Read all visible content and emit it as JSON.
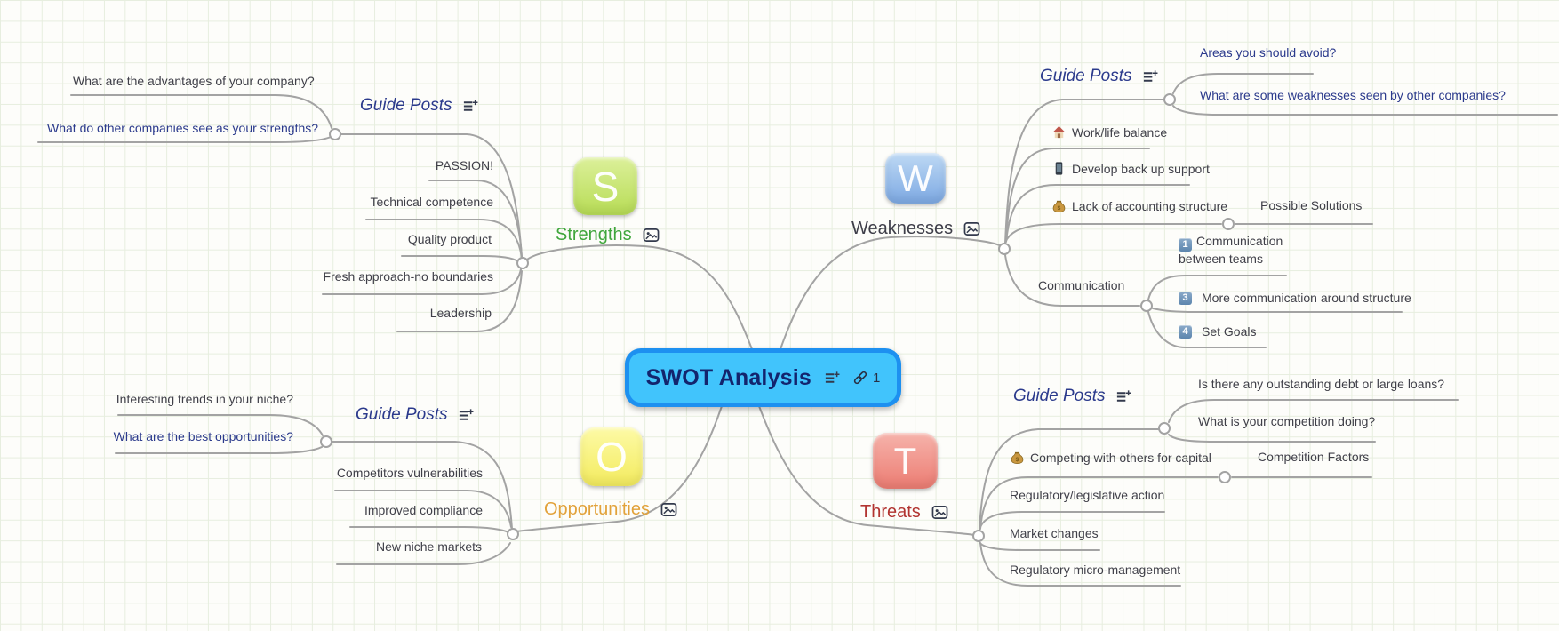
{
  "root": {
    "title": "SWOT Analysis",
    "link_count": "1"
  },
  "strengths": {
    "letter": "S",
    "label": "Strengths",
    "color": "#3fa63c",
    "guide_posts_label": "Guide Posts",
    "q1": "What are the advantages of your company?",
    "q2": "What do other companies see as your strengths?",
    "i1": "PASSION!",
    "i2": "Technical competence",
    "i3": "Quality product",
    "i4": "Fresh approach-no boundaries",
    "i5": "Leadership"
  },
  "weaknesses": {
    "letter": "W",
    "label": "Weaknesses",
    "color": "#3e3e49",
    "guide_posts_label": "Guide Posts",
    "q1": "Areas you should avoid?",
    "q2": "What are some weaknesses seen by other companies?",
    "work_life": "Work/life balance",
    "backup": "Develop back up support",
    "accounting": "Lack of accounting structure",
    "possible_solutions": "Possible Solutions",
    "communication": "Communication",
    "keycap1": "1",
    "comm1": "Communication between teams",
    "keycap3": "3",
    "comm3": "More communication around structure",
    "keycap4": "4",
    "comm4": "Set Goals"
  },
  "opportunities": {
    "letter": "O",
    "label": "Opportunities",
    "color": "#e2a23b",
    "guide_posts_label": "Guide Posts",
    "q1": "Interesting trends in your niche?",
    "q2": "What are the best opportunities?",
    "i1": "Competitors vulnerabilities",
    "i2": "Improved compliance",
    "i3": "New niche markets"
  },
  "threats": {
    "letter": "T",
    "label": "Threats",
    "color": "#b23431",
    "guide_posts_label": "Guide Posts",
    "q1": "Is there any outstanding debt or large loans?",
    "q2": "What is your competition doing?",
    "compete": "Competing with others for capital",
    "competition_factors": "Competition Factors",
    "reg_action": "Regulatory/legislative action",
    "market": "Market changes",
    "micro": "Regulatory micro-management"
  },
  "icons": {
    "note": "note-icon",
    "image": "image-icon",
    "link": "link-icon",
    "house": "house-icon",
    "phone": "mobile-phone-icon",
    "bag": "money-bag-icon",
    "keycaps": [
      "keycap-1-icon",
      "keycap-3-icon",
      "keycap-4-icon"
    ]
  },
  "colors": {
    "root_fill": "#41c4fc",
    "root_border": "#1d90f0",
    "root_text": "#13246d",
    "navy": "#2b3a8c",
    "text": "#3f3f48",
    "line": "#a3a3a3",
    "grid": "#e7eedf"
  }
}
